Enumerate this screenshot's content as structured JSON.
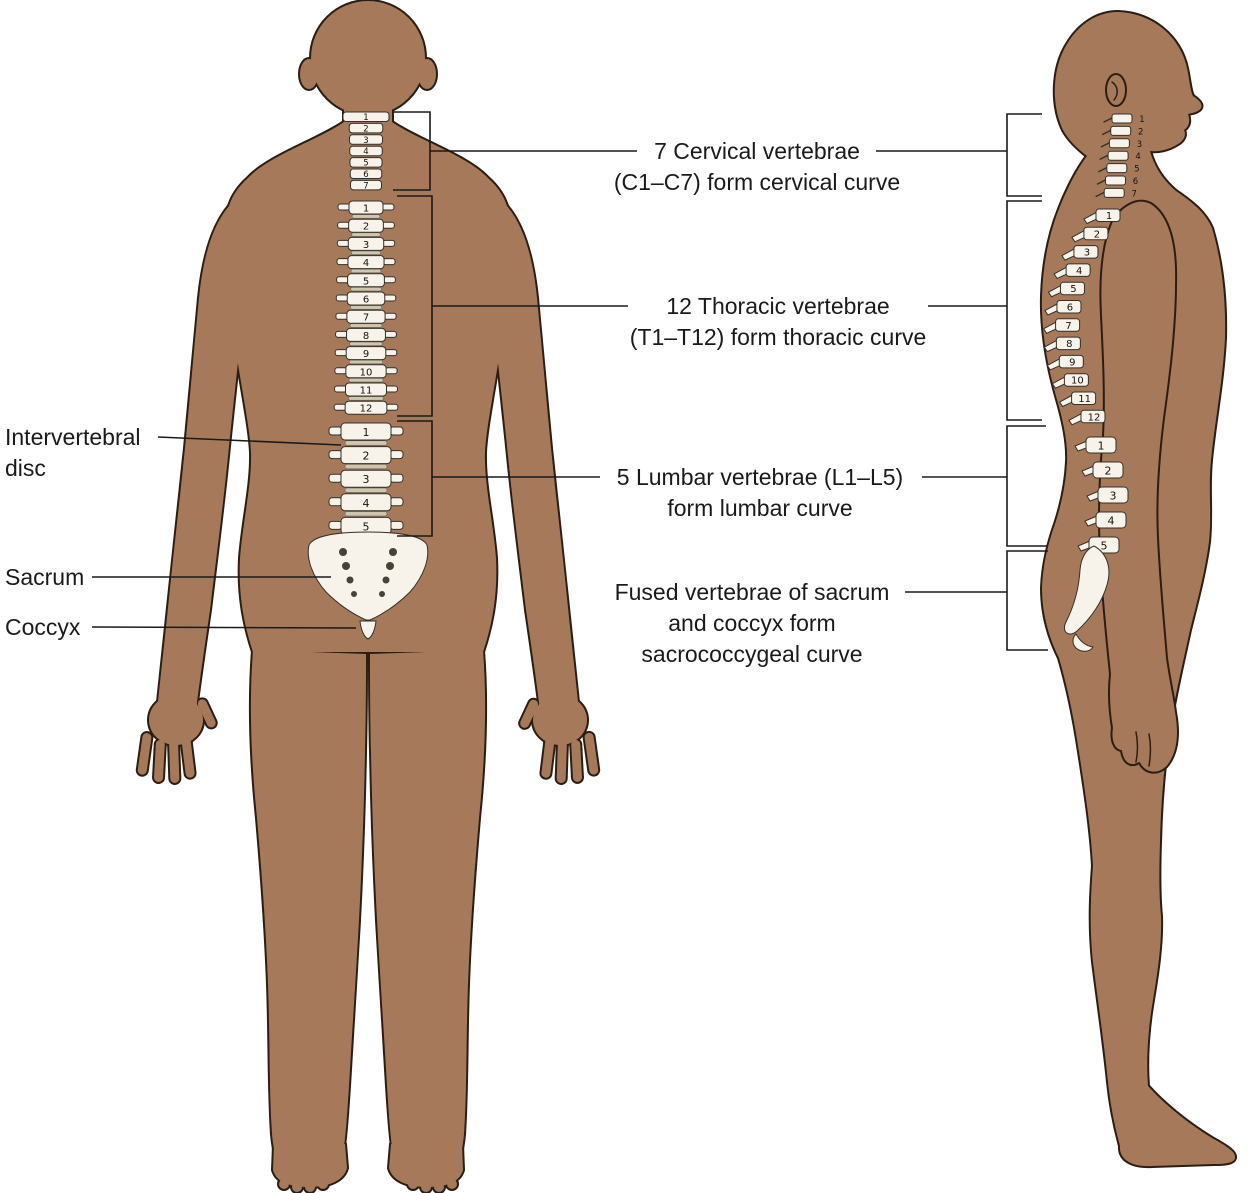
{
  "labels": {
    "cervical": {
      "line1": "7 Cervical vertebrae",
      "line2": "(C1–C7) form cervical curve"
    },
    "thoracic": {
      "line1": "12 Thoracic vertebrae",
      "line2": "(T1–T12) form thoracic curve"
    },
    "lumbar": {
      "line1": "5 Lumbar vertebrae (L1–L5)",
      "line2": "form lumbar curve"
    },
    "sacrococcygeal": {
      "line1": "Fused vertebrae of sacrum",
      "line2": "and coccyx form",
      "line3": "sacrococcygeal curve"
    },
    "intervertebral_disc": {
      "line1": "Intervertebral",
      "line2": "disc"
    },
    "sacrum": "Sacrum",
    "coccyx": "Coccyx"
  },
  "vertebrae": {
    "cervical": [
      "1",
      "2",
      "3",
      "4",
      "5",
      "6",
      "7"
    ],
    "thoracic": [
      "1",
      "2",
      "3",
      "4",
      "5",
      "6",
      "7",
      "8",
      "9",
      "10",
      "11",
      "12"
    ],
    "lumbar": [
      "1",
      "2",
      "3",
      "4",
      "5"
    ]
  },
  "colors": {
    "skin": "#A6795A",
    "outline": "#2A1E14",
    "bone": "#F7F3EA",
    "disc": "#CFC6B2",
    "line": "#1A1A1A",
    "text": "#1A1A1A",
    "bg": "#FFFFFF"
  }
}
